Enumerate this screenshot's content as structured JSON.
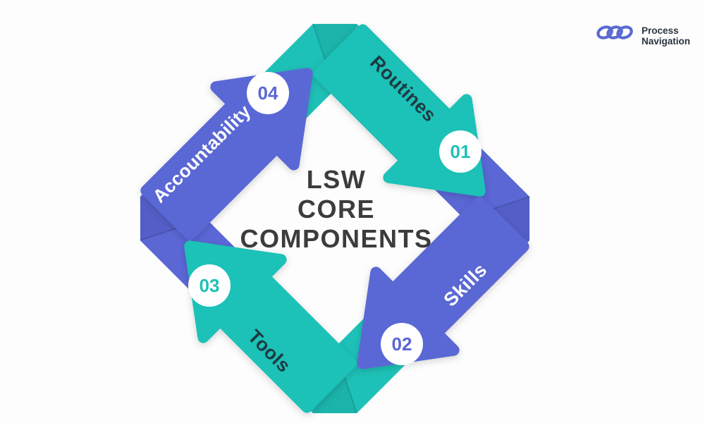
{
  "page": {
    "background": "#fdfdfd"
  },
  "logo": {
    "line1": "Process",
    "line2": "Navigation"
  },
  "title": {
    "lines": [
      "LSW",
      "CORE",
      "COMPONENTS"
    ]
  },
  "arrows": [
    {
      "number": "01",
      "label": "Routines",
      "color": "teal"
    },
    {
      "number": "02",
      "label": "Skills",
      "color": "purple"
    },
    {
      "number": "03",
      "label": "Tools",
      "color": "teal"
    },
    {
      "number": "04",
      "label": "Accountability",
      "color": "purple"
    }
  ],
  "colors": {
    "teal": "#1ec1b7",
    "purple": "#5a67d5",
    "label_on_teal": "#1d3b43",
    "label_on_purple": "#ffffff",
    "badge_bg": "#ffffff",
    "title_text": "#3c3c3c",
    "logo_icon": "#5b6ad0",
    "logo_text": "#2a3340"
  }
}
